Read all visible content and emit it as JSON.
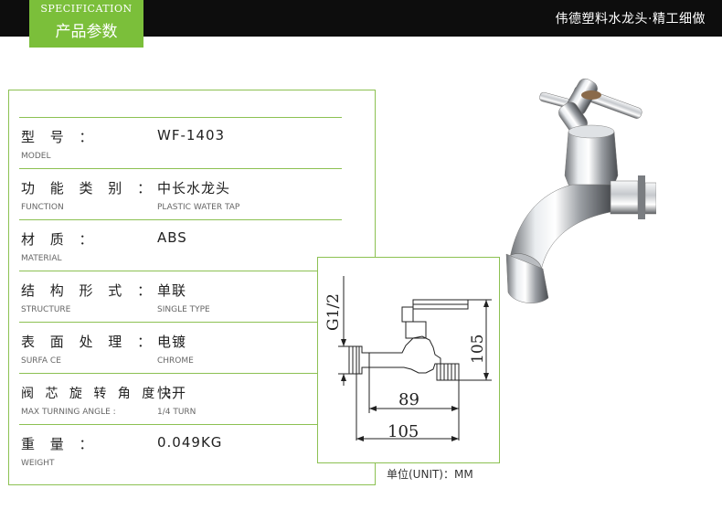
{
  "header": {
    "tab_en": "SPECIFICATION",
    "tab_cn": "产品参数",
    "slogan": "伟德塑料水龙头·精工细做"
  },
  "specs": [
    {
      "label_cn": "型 号 ：",
      "label_en": "MODEL",
      "value": "WF-1403",
      "value_en": ""
    },
    {
      "label_cn": "功 能 类 别 ：",
      "label_en": "FUNCTION",
      "value": "中长水龙头",
      "value_en": "PLASTIC WATER TAP"
    },
    {
      "label_cn": "材 质 ：",
      "label_en": "MATERIAL",
      "value": "ABS",
      "value_en": ""
    },
    {
      "label_cn": "结 构 形 式 ：",
      "label_en": "STRUCTURE",
      "value": "单联",
      "value_en": "SINGLE TYPE"
    },
    {
      "label_cn": "表 面 处 理 ：",
      "label_en": "SURFA CE",
      "value": "电镀",
      "value_en": "CHROME"
    },
    {
      "label_cn": "阀 芯 旋 转 角 度 ：",
      "label_en": "MAX TURNING ANGLE :",
      "value": "快开",
      "value_en": "1/4 TURN"
    },
    {
      "label_cn": "重 量 ：",
      "label_en": "WEIGHT",
      "value": "0.049KG",
      "value_en": ""
    }
  ],
  "diagram": {
    "thread": "G1/2",
    "height": "105",
    "spout_length": "89",
    "total_length": "105"
  },
  "unit": "单位(UNIT)：MM",
  "colors": {
    "accent": "#7bbf3a",
    "frame": "#8cc152",
    "topbar": "#0d0d0d"
  }
}
